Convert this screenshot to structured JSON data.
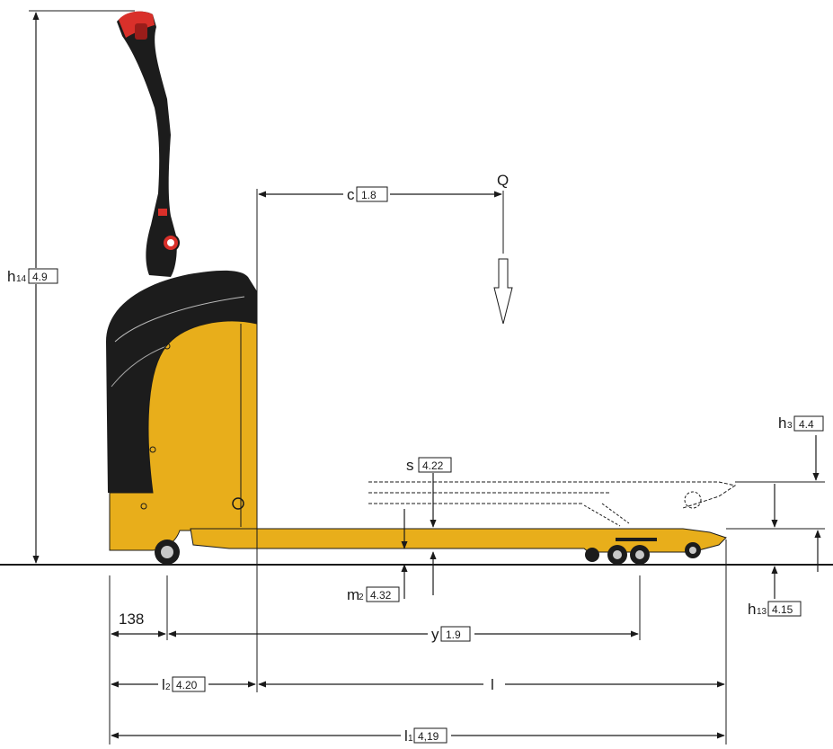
{
  "colors": {
    "body_yellow": "#E8AE1B",
    "body_black": "#1c1c1c",
    "handle_red": "#d9302a",
    "line": "#1a1a1a"
  },
  "labels": {
    "load": {
      "letter": "Q"
    },
    "c": {
      "letter": "c",
      "value": "1.8"
    },
    "h14": {
      "letter": "h",
      "sub": "14",
      "value": "4.9"
    },
    "h3": {
      "letter": "h",
      "sub": "3",
      "value": "4.4"
    },
    "s": {
      "letter": "s",
      "value": "4.22"
    },
    "m2": {
      "letter": "m",
      "sub": "2",
      "value": "4.32"
    },
    "h13": {
      "letter": "h",
      "sub": "13",
      "value": "4.15"
    },
    "d138": {
      "value": "138"
    },
    "y": {
      "letter": "y",
      "value": "1.9"
    },
    "l2": {
      "letter": "l",
      "sub": "2",
      "value": "4.20"
    },
    "l": {
      "letter": "l"
    },
    "l1": {
      "letter": "l",
      "sub": "1",
      "value": "4,19"
    }
  }
}
